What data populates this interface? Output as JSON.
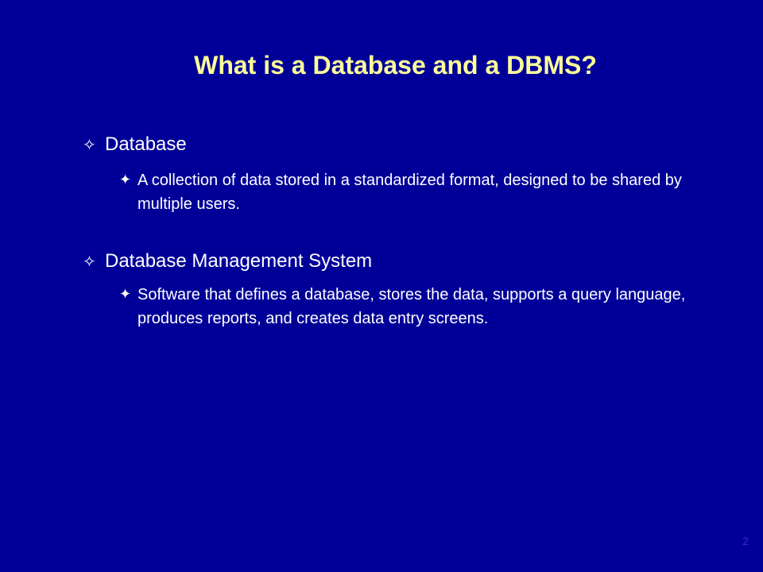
{
  "slide": {
    "title": "What is a Database and a DBMS?",
    "page_number": "2",
    "colors": {
      "background": "#000099",
      "title": "#FFFF99",
      "body_text": "#FFFFFF",
      "page_number": "#3333CC"
    },
    "items": [
      {
        "marker_icon": "outline-four-point-star-icon",
        "marker": "✧",
        "heading": "Database",
        "sub_marker_icon": "four-point-star-icon",
        "sub_marker": "✦",
        "description": "A collection of data stored in a standardized format, designed to be shared by multiple users."
      },
      {
        "marker_icon": "outline-four-point-star-icon",
        "marker": "✧",
        "heading": "Database Management System",
        "sub_marker_icon": "four-point-star-icon",
        "sub_marker": "✦",
        "description": "Software that defines a database, stores the data, supports a query language, produces reports, and creates data entry screens."
      }
    ]
  }
}
